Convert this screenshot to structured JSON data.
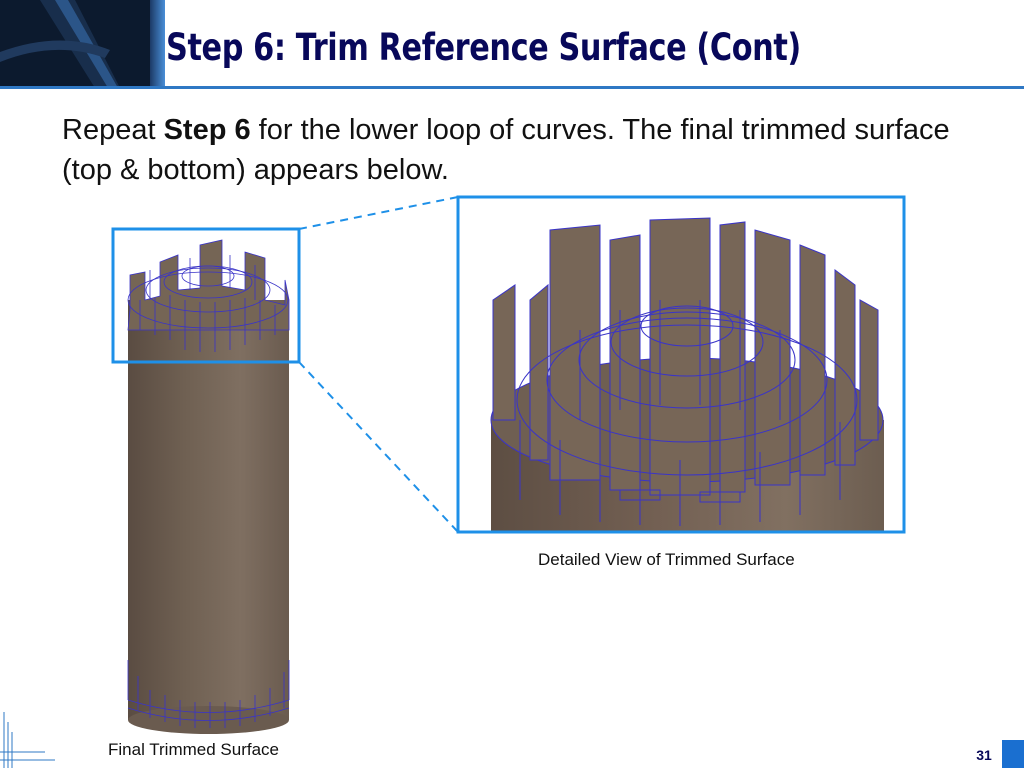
{
  "slide": {
    "title": "Step 6: Trim Reference Surface (Cont)",
    "body": {
      "prefix": "Repeat ",
      "bold": "Step 6",
      "suffix": " for the lower loop of curves. The final trimmed surface (top & bottom) appears below."
    },
    "captions": {
      "detail": "Detailed View of Trimmed Surface",
      "final": "Final Trimmed Surface"
    },
    "slide_number": "31"
  },
  "colors": {
    "title": "#08085a",
    "accent": "#2f78c4",
    "surface": "#7a6a5c",
    "trim_lines": "#3a34c8",
    "callout_box": "#1e90e8"
  },
  "icons": {
    "logo": "swoosh-logo",
    "corner": "corner-lines-decoration"
  }
}
